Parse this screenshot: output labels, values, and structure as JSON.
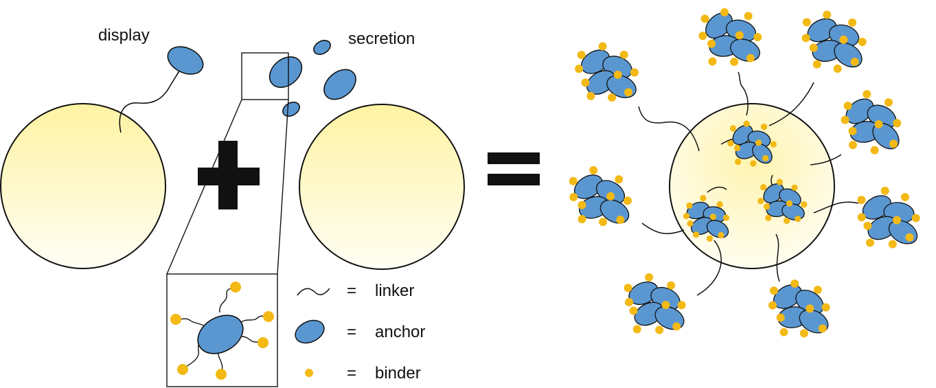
{
  "labels": {
    "display": "display",
    "secretion": "secretion"
  },
  "legend": {
    "equals": "=",
    "linker": "linker",
    "anchor": "anchor",
    "binder": "binder"
  },
  "colors": {
    "cell_fill_top": "#fff2a6",
    "cell_fill_bottom": "#fffdf0",
    "anchor": "#5a97d1",
    "binder": "#f3b914",
    "outline": "#111111",
    "operator": "#111111"
  },
  "icons": {
    "plus": "plus-sign",
    "equals": "equals-sign"
  }
}
